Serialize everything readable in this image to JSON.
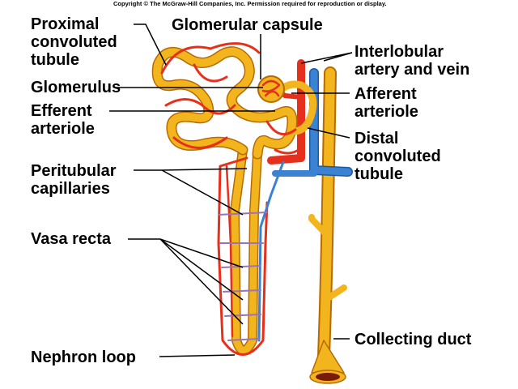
{
  "copyright": "Copyright © The McGraw-Hill Companies, Inc. Permission required for reproduction or display.",
  "labels": {
    "proximal_1": "Proximal",
    "proximal_2": "convoluted",
    "proximal_3": "tubule",
    "glomerular_capsule": "Glomerular capsule",
    "glomerulus": "Glomerulus",
    "efferent_1": "Efferent",
    "efferent_2": "arteriole",
    "interlobular_1": "Interlobular",
    "interlobular_2": "artery and vein",
    "afferent_1": "Afferent",
    "afferent_2": "arteriole",
    "distal_1": "Distal",
    "distal_2": "convoluted",
    "distal_3": "tubule",
    "peritubular_1": "Peritubular",
    "peritubular_2": "capillaries",
    "vasa_recta": "Vasa recta",
    "nephron_loop": "Nephron loop",
    "collecting_duct": "Collecting duct"
  },
  "colors": {
    "tubule": "#f2b51e",
    "tubule_edge": "#b86a00",
    "artery": "#e6301c",
    "vein": "#3c82d2",
    "capillary": "#9a74b8"
  }
}
